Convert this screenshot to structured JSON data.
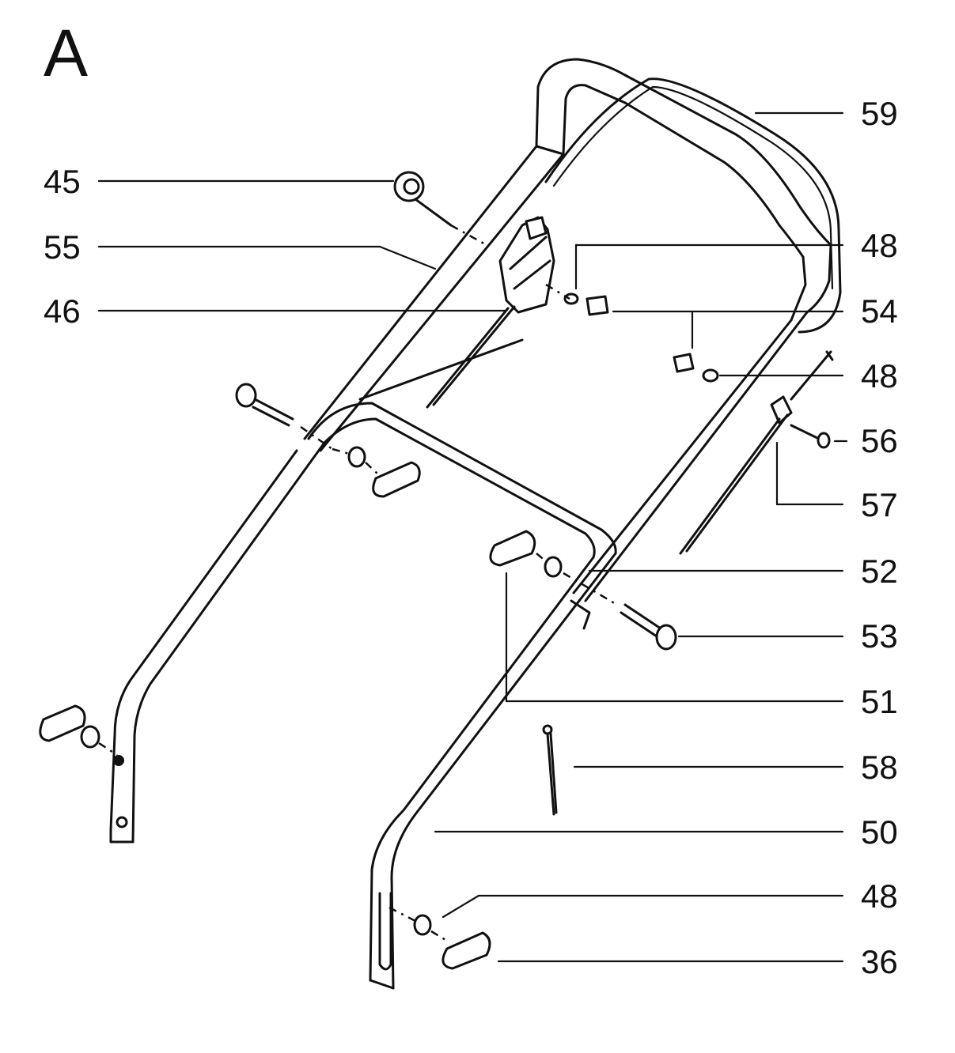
{
  "diagram": {
    "section_letter": "A",
    "callouts": [
      {
        "id": "c45",
        "label": "45"
      },
      {
        "id": "c55",
        "label": "55"
      },
      {
        "id": "c46",
        "label": "46"
      },
      {
        "id": "c59",
        "label": "59"
      },
      {
        "id": "c48a",
        "label": "48"
      },
      {
        "id": "c54",
        "label": "54"
      },
      {
        "id": "c48b",
        "label": "48"
      },
      {
        "id": "c56",
        "label": "56"
      },
      {
        "id": "c57",
        "label": "57"
      },
      {
        "id": "c52",
        "label": "52"
      },
      {
        "id": "c53",
        "label": "53"
      },
      {
        "id": "c51",
        "label": "51"
      },
      {
        "id": "c58",
        "label": "58"
      },
      {
        "id": "c50",
        "label": "50"
      },
      {
        "id": "c48c",
        "label": "48"
      },
      {
        "id": "c36",
        "label": "36"
      }
    ]
  }
}
